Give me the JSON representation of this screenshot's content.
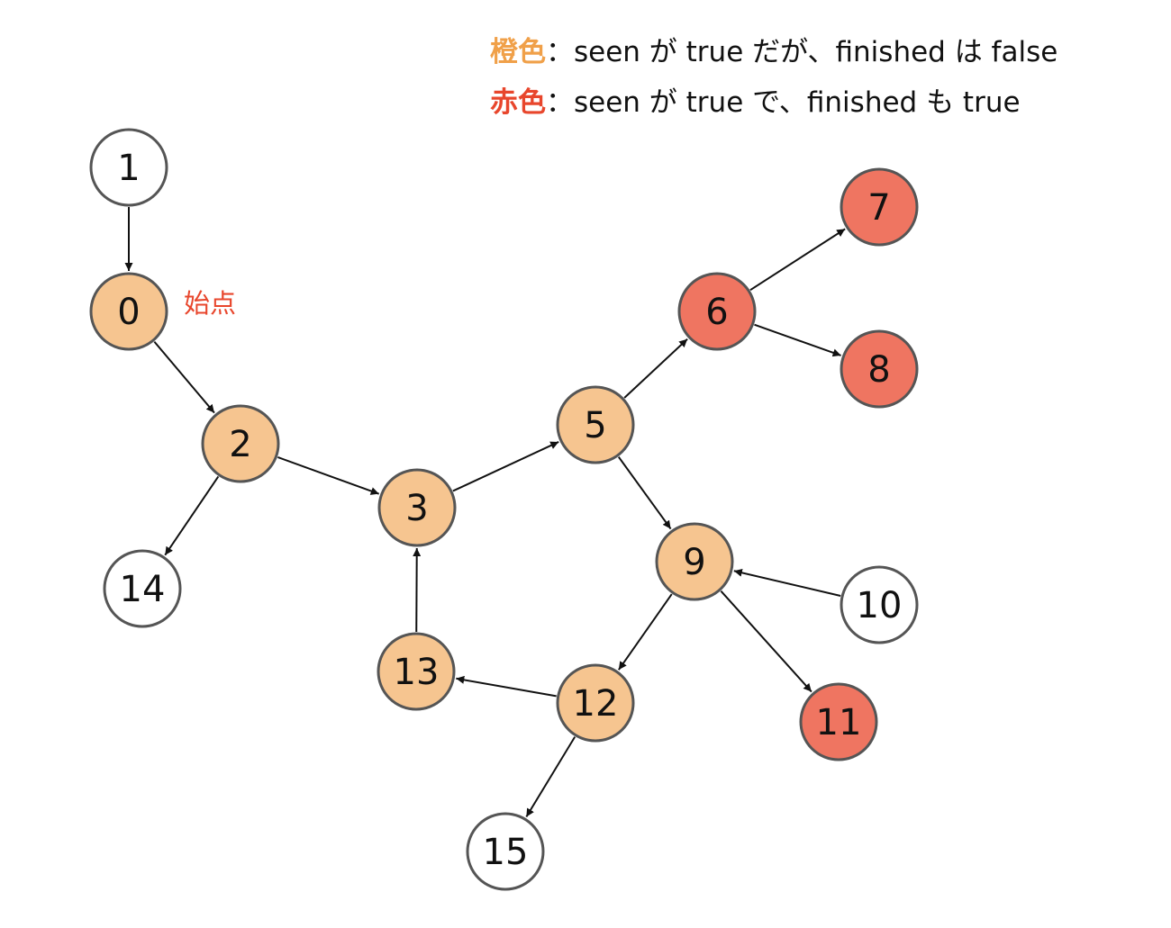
{
  "colors": {
    "orange": "#f6c590",
    "red": "#ef7561",
    "white": "#ffffff",
    "stroke": "#555555",
    "edge": "#111111",
    "orange_text": "#f0a049",
    "red_text": "#e8462c"
  },
  "legend": {
    "orange": {
      "key": "橙色",
      "text": "：seen が true だが、finished は false"
    },
    "red": {
      "key": "赤色",
      "text": "：seen が true で、finished も true"
    }
  },
  "start_label": "始点",
  "nodes": [
    {
      "id": "0",
      "state": "orange"
    },
    {
      "id": "1",
      "state": "white"
    },
    {
      "id": "2",
      "state": "orange"
    },
    {
      "id": "3",
      "state": "orange"
    },
    {
      "id": "5",
      "state": "orange"
    },
    {
      "id": "6",
      "state": "red"
    },
    {
      "id": "7",
      "state": "red"
    },
    {
      "id": "8",
      "state": "red"
    },
    {
      "id": "9",
      "state": "orange"
    },
    {
      "id": "10",
      "state": "white"
    },
    {
      "id": "11",
      "state": "red"
    },
    {
      "id": "12",
      "state": "orange"
    },
    {
      "id": "13",
      "state": "orange"
    },
    {
      "id": "14",
      "state": "white"
    },
    {
      "id": "15",
      "state": "white"
    }
  ],
  "edges": [
    [
      "1",
      "0"
    ],
    [
      "0",
      "2"
    ],
    [
      "2",
      "3"
    ],
    [
      "2",
      "14"
    ],
    [
      "3",
      "5"
    ],
    [
      "5",
      "6"
    ],
    [
      "5",
      "9"
    ],
    [
      "6",
      "7"
    ],
    [
      "6",
      "8"
    ],
    [
      "9",
      "12"
    ],
    [
      "9",
      "11"
    ],
    [
      "10",
      "9"
    ],
    [
      "12",
      "13"
    ],
    [
      "12",
      "15"
    ],
    [
      "13",
      "3"
    ]
  ]
}
